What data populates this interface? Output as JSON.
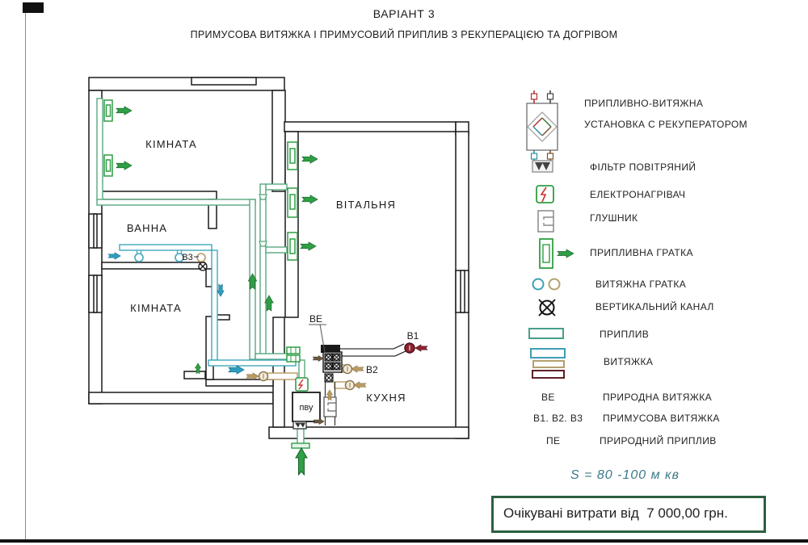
{
  "header": {
    "title": "ВАРІАНТ 3",
    "subtitle": "ПРИМУСОВА ВИТЯЖКА І ПРИМУСОВИЙ ПРИПЛИВ З РЕКУПЕРАЦІЄЮ ТА ДОГРІВОМ"
  },
  "plan": {
    "rooms": [
      "КІМНАТА",
      "ВАННА",
      "КІМНАТА",
      "ВІТАЛЬНЯ",
      "КУХНЯ"
    ],
    "unit_label": "пву",
    "markers": {
      "ve": "ВЕ",
      "v1": "В1",
      "v2": "В2",
      "v3": "В3"
    }
  },
  "legend": {
    "recuperator_line1": "ПРИПЛИВНО-ВИТЯЖНА",
    "recuperator_line2": "УСТАНОВКА С РЕКУПЕРАТОРОМ",
    "filter": "ФІЛЬТР ПОВІТРЯНИЙ",
    "heater": "ЕЛЕКТРОНАГРІВАЧ",
    "muffler": "ГЛУШНИК",
    "supply_grille": "ПРИПЛИВНА ГРАТКА",
    "exhaust_grille": "ВИТЯЖНА ГРАТКА",
    "vertical_channel": "ВЕРТИКАЛЬНИЙ КАНАЛ",
    "supply": "ПРИПЛИВ",
    "exhaust": "ВИТЯЖКА",
    "ve_symbol": "ВЕ",
    "ve_label": "ПРИРОДНА ВИТЯЖКА",
    "v123_symbol": "В1. В2. В3",
    "v123_label": "ПРИМУСОВА ВИТЯЖКА",
    "pe_symbol": "ПЕ",
    "pe_label": "ПРИРОДНИЙ ПРИПЛИВ",
    "area_note": "S = 80 -100 м кв"
  },
  "footer": {
    "cost_note": "Очікувані витрати від  7 000,00 грн."
  },
  "colors": {
    "supply_green": "#58a87e",
    "exhaust_blue": "#3fa7bd",
    "exhaust_tan": "#b99a62",
    "exhaust_maroon": "#8c2330",
    "arrow_green": "#2f9e44",
    "box_border": "#2c5f3f",
    "note_teal": "#3c7a8a"
  }
}
